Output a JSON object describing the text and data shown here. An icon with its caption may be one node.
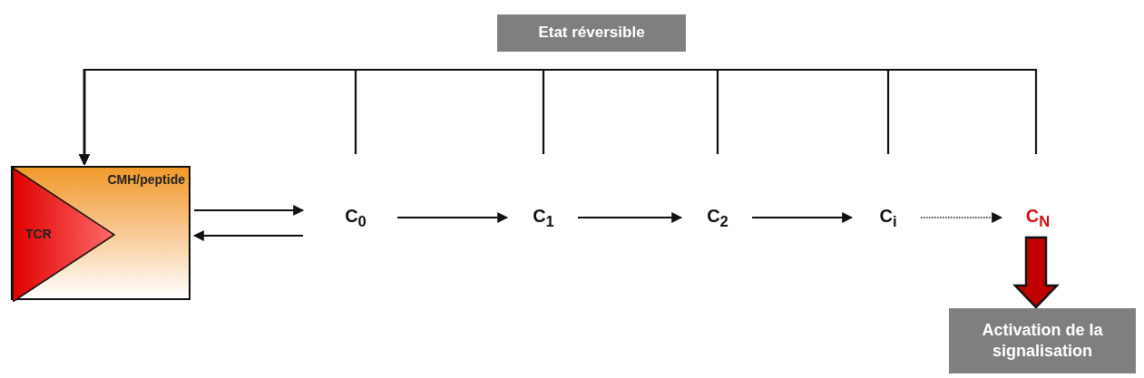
{
  "diagram": {
    "nodes": [
      {
        "text": [
          "CMH/peptide"
        ]
      },
      {
        "text": [
          "TCR"
        ],
        "in": 0
      },
      {
        "text": [
          "C$_{0}$"
        ]
      },
      {
        "text": [
          "C$_{1}$"
        ]
      },
      {
        "text": [
          "C$_{2}$"
        ]
      },
      {
        "text": [
          "C$_{i}$"
        ]
      },
      {
        "text": [
          "C$_{N}$"
        ]
      },
      {
        "text": [
          "Activation de la signalisation"
        ]
      },
      {
        "text": [
          "Etat réversible"
        ]
      }
    ],
    "edges": [
      {
        "from": 0,
        "to": 2,
        "arrow": "to"
      },
      {
        "from": 2,
        "to": 0,
        "arrow": "to"
      },
      {
        "from": 2,
        "to": 3,
        "arrow": "to"
      },
      {
        "from": 3,
        "to": 4,
        "arrow": "to"
      },
      {
        "from": 4,
        "to": 5,
        "arrow": "to"
      },
      {
        "from": 5,
        "to": 6,
        "arrow": "to",
        "style": "dashed"
      },
      {
        "from": 6,
        "to": 7,
        "arrow": "to",
        "style": "thick",
        "color": "#c00000"
      },
      {
        "from": 2,
        "to": 0,
        "arrow": "to"
      },
      {
        "from": 3,
        "to": 0,
        "arrow": "to"
      },
      {
        "from": 4,
        "to": 0,
        "arrow": "to"
      },
      {
        "from": 5,
        "to": 0,
        "arrow": "to"
      },
      {
        "from": 6,
        "to": 0,
        "arrow": "to"
      }
    ]
  }
}
